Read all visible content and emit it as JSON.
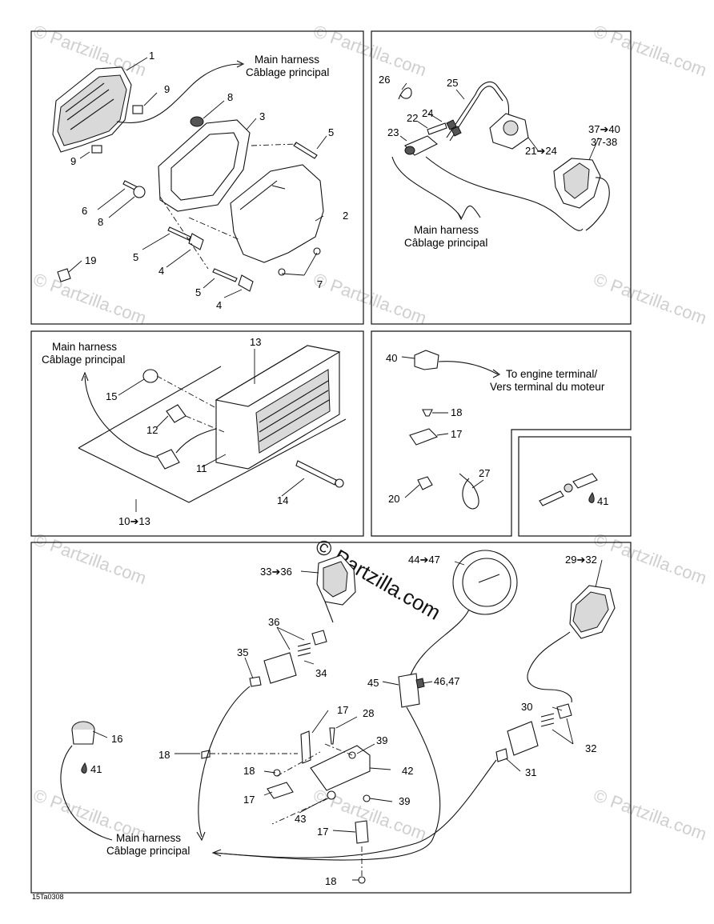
{
  "harness_labels": {
    "en": "Main harness",
    "fr": "Câblage principal"
  },
  "engine_terminal": {
    "en": "To engine terminal/",
    "fr": "Vers terminal du moteur"
  },
  "panel1": {
    "labels": [
      "1",
      "9",
      "9",
      "8",
      "3",
      "5",
      "2",
      "6",
      "8",
      "5",
      "4",
      "5",
      "4",
      "7",
      "19"
    ]
  },
  "panel2": {
    "labels": [
      "26",
      "25",
      "24",
      "22",
      "23",
      "21➔24",
      "37➔40",
      "37-38"
    ]
  },
  "panel3": {
    "labels": [
      "13",
      "15",
      "12",
      "11",
      "14",
      "10➔13"
    ]
  },
  "panel4": {
    "labels": [
      "40",
      "18",
      "17",
      "20",
      "27"
    ]
  },
  "panel5": {
    "labels": [
      "41"
    ]
  },
  "panel6": {
    "labels": [
      "33➔36",
      "44➔47",
      "29➔32",
      "36",
      "35",
      "34",
      "45",
      "46,47",
      "16",
      "41",
      "18",
      "17",
      "28",
      "39",
      "42",
      "18",
      "17",
      "39",
      "43",
      "30",
      "32",
      "31",
      "17",
      "18"
    ]
  },
  "watermark": {
    "text": "© Partzilla.com",
    "center_text": "© Partzilla.com"
  },
  "figure_code": "15Ta0308"
}
